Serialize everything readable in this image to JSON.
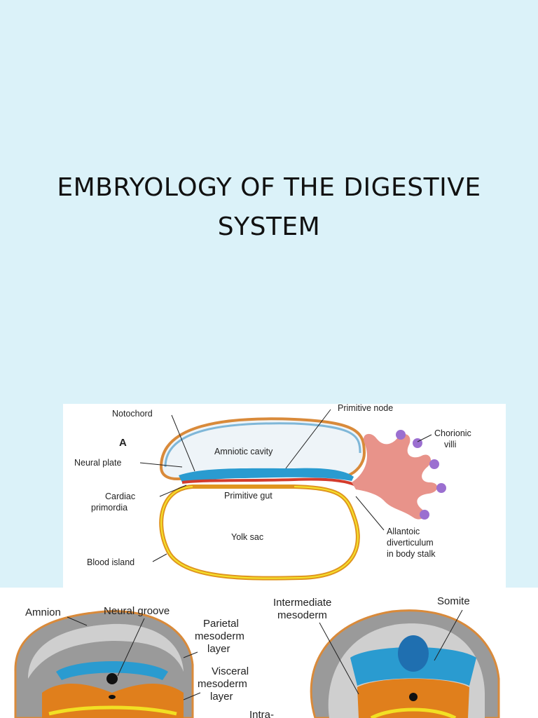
{
  "title": "EMBRYOLOGY OF THE DIGESTIVE SYSTEM",
  "figure_a": {
    "panel_letter": "A",
    "labels": {
      "notochord": "Notochord",
      "primitive_node": "Primitive node",
      "chorionic_villi_1": "Chorionic",
      "chorionic_villi_2": "villi",
      "amniotic_cavity": "Amniotic cavity",
      "neural_plate": "Neural plate",
      "primitive_gut": "Primitive gut",
      "cardiac_1": "Cardiac",
      "cardiac_2": "primordia",
      "yolk_sac": "Yolk sac",
      "allantoic_1": "Allantoic",
      "allantoic_2": "diverticulum",
      "allantoic_3": "in body stalk",
      "blood_island": "Blood island"
    }
  },
  "figure_b": {
    "labels": {
      "amnion": "Amnion",
      "neural_groove": "Neural groove",
      "parietal_1": "Parietal",
      "parietal_2": "mesoderm",
      "parietal_3": "layer",
      "visceral_1": "Visceral",
      "visceral_2": "mesoderm",
      "visceral_3": "layer",
      "intra": "Intra-",
      "intermediate_1": "Intermediate",
      "intermediate_2": "mesoderm",
      "somite": "Somite"
    }
  },
  "colors": {
    "background": "#dbf2f9",
    "ectoderm": "#2a9bd0",
    "mesoderm": "#e07f1c",
    "endoderm": "#f2e023",
    "amnion_fill": "#a8d0e8",
    "body_stalk": "#e8938a",
    "villi": "#9b6fd0"
  }
}
